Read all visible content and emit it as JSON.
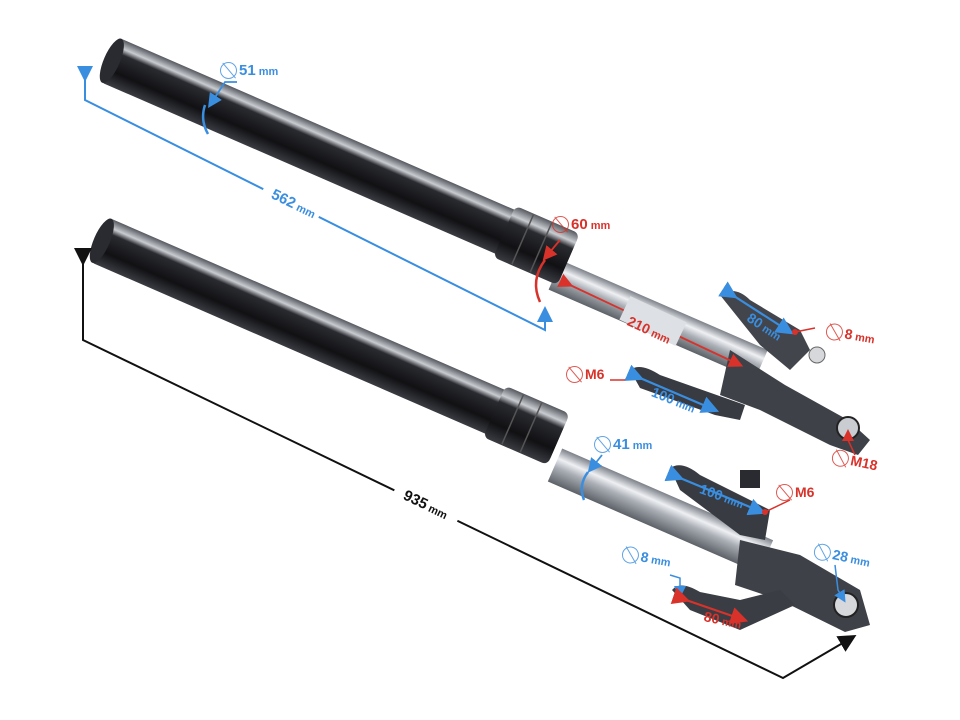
{
  "image": {
    "subject": "motorcycle front fork pair (upside-down telescopic)",
    "background_color": "#ffffff",
    "colors": {
      "dimension_blue": "#3a8ee0",
      "dimension_red": "#d8322a",
      "dimension_black": "#111111",
      "tube_black": "#1a1a1e",
      "stanchion_silver": "#b8bcc2",
      "casting_gray": "#3e4148"
    }
  },
  "dimensions": {
    "upper_tube_diameter": {
      "symbol": "⌀",
      "value": "51",
      "unit": "mm",
      "color": "blue"
    },
    "upper_tube_length": {
      "value": "562",
      "unit": "mm",
      "color": "blue"
    },
    "collar_diameter": {
      "symbol": "⌀",
      "value": "60",
      "unit": "mm",
      "color": "red"
    },
    "stanchion_length": {
      "value": "210",
      "unit": "mm",
      "color": "red"
    },
    "caliper_mount_spacing_top": {
      "value": "80",
      "unit": "mm",
      "color": "blue"
    },
    "caliper_hole_top": {
      "symbol": "⌀",
      "value": "8",
      "unit": "mm",
      "color": "red"
    },
    "fender_bolt_top": {
      "symbol": "⌀",
      "value": "M6",
      "unit": "",
      "color": "red"
    },
    "fender_slot_length_top": {
      "value": "100",
      "unit": "mm",
      "color": "blue"
    },
    "axle_thread": {
      "symbol": "⌀",
      "value": "M18",
      "unit": "",
      "color": "red"
    },
    "stanchion_diameter": {
      "symbol": "⌀",
      "value": "41",
      "unit": "mm",
      "color": "blue"
    },
    "fender_slot_length_bottom": {
      "value": "100",
      "unit": "mm",
      "color": "blue"
    },
    "fender_bolt_bottom": {
      "symbol": "⌀",
      "value": "M6",
      "unit": "",
      "color": "red"
    },
    "caliper_hole_bottom": {
      "symbol": "⌀",
      "value": "8",
      "unit": "mm",
      "color": "blue"
    },
    "axle_diameter": {
      "symbol": "⌀",
      "value": "28",
      "unit": "mm",
      "color": "blue"
    },
    "caliper_mount_spacing_bottom": {
      "value": "80",
      "unit": "mm",
      "color": "red"
    },
    "overall_length": {
      "value": "935",
      "unit": "mm",
      "color": "black"
    }
  }
}
